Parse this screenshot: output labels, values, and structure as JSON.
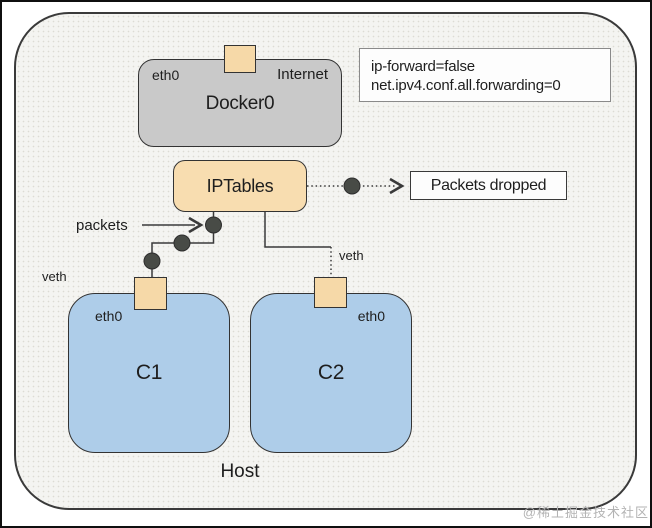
{
  "host": {
    "label": "Host"
  },
  "bridge": {
    "name": "Docker0",
    "eth0": "eth0",
    "internet": "Internet"
  },
  "config": {
    "line1": "ip-forward=false",
    "line2": "net.ipv4.conf.all.forwarding=0"
  },
  "iptables": {
    "label": "IPTables"
  },
  "dropped": {
    "label": "Packets dropped"
  },
  "flow": {
    "packets_label": "packets"
  },
  "veth": {
    "left": "veth",
    "right": "veth"
  },
  "containers": [
    {
      "name": "C1",
      "eth": "eth0"
    },
    {
      "name": "C2",
      "eth": "eth0"
    }
  ],
  "watermark": {
    "text": "@稀土掘金技术社区"
  },
  "icons": {
    "packet_dot": "●",
    "arrow_right": "→"
  },
  "colors": {
    "canvas_bg": "#f4f4f1",
    "bridge_fill": "#c9c9c9",
    "iptables_fill": "#f8ddb0",
    "port_fill": "#f6d9a8",
    "container_fill": "#aecde9",
    "line": "#3a3a3a",
    "packet_dot": "#484b46"
  }
}
